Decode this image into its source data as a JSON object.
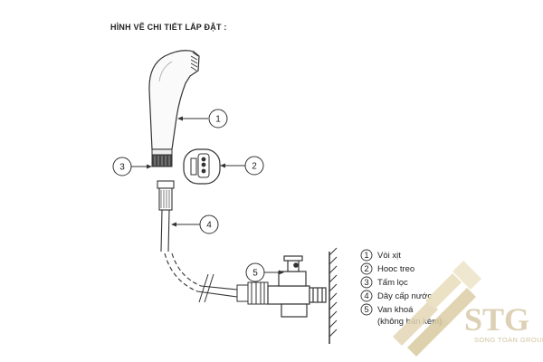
{
  "title": "HÌNH VẼ CHI TIẾT LẮP ĐẶT :",
  "callouts": [
    "1",
    "2",
    "3",
    "4",
    "5"
  ],
  "legend": [
    {
      "num": "1",
      "text": "Vòi xịt"
    },
    {
      "num": "2",
      "text": "Hooc treo"
    },
    {
      "num": "3",
      "text": "Tấm lọc"
    },
    {
      "num": "4",
      "text": "Dây cấp nước"
    },
    {
      "num": "5",
      "text": "Van khoá"
    },
    {
      "num": "",
      "text": "(không bán kèm)"
    }
  ],
  "watermark": {
    "brand": "STG",
    "sub": "SONG TOAN GROUP"
  },
  "colors": {
    "line": "#333333",
    "watermark": "#d6c9a8"
  }
}
